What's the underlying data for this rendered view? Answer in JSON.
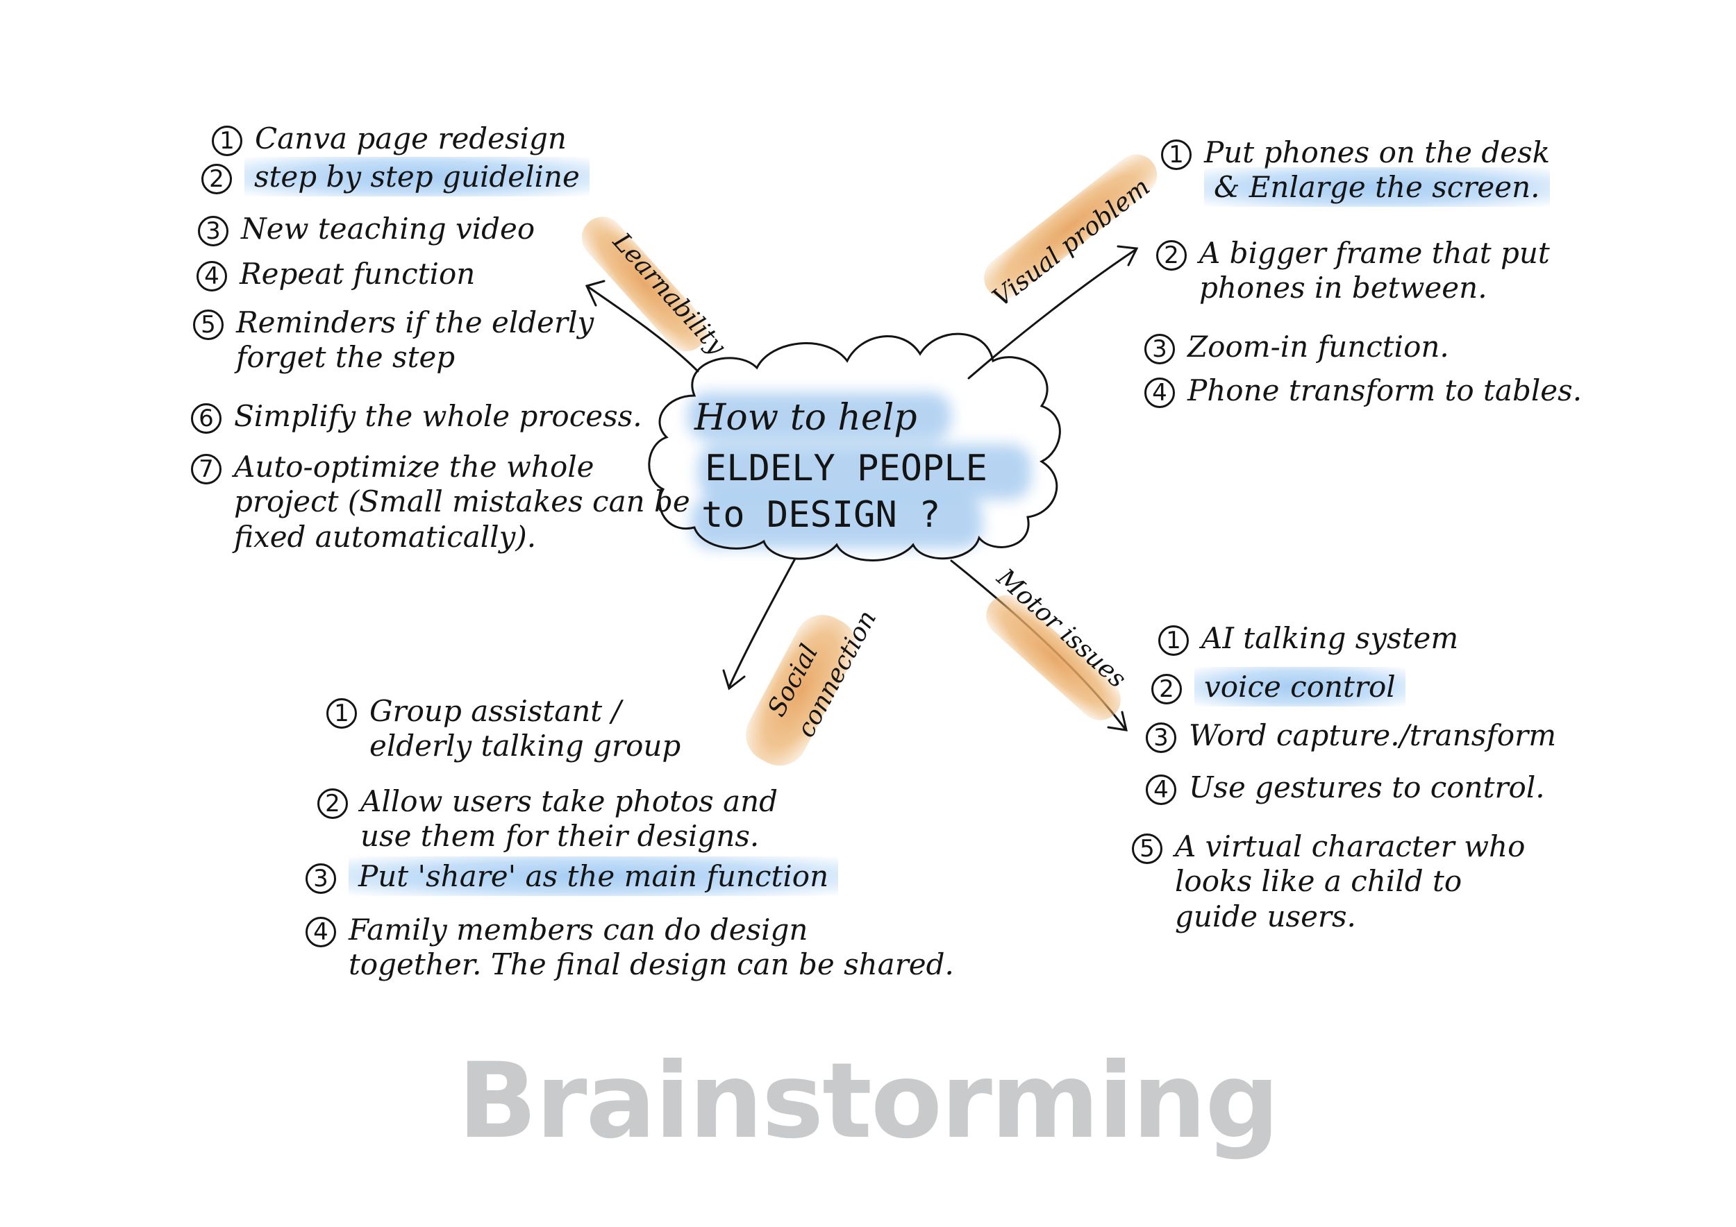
{
  "title": "Brainstorming",
  "colors": {
    "ink": "#141414",
    "blue_highlight": "#9fc6ef",
    "orange_highlight": "#e8a35e",
    "title_gray": "#c9cacb"
  },
  "center": {
    "line1": "How to help",
    "line2": "ELDELY PEOPLE",
    "line3": "to  DESIGN ?"
  },
  "branches": {
    "learnability": {
      "label": "Learnability",
      "items": [
        {
          "mark": "1",
          "text": "Canva page redesign"
        },
        {
          "mark": "2",
          "text": "step by step guideline"
        },
        {
          "mark": "3",
          "text": "New teaching video"
        },
        {
          "mark": "4",
          "text": "Repeat function"
        },
        {
          "mark": "5",
          "text": "Reminders if the elderly",
          "text2": "forget the step"
        },
        {
          "mark": "6",
          "text": "Simplify the whole process."
        },
        {
          "mark": "7",
          "text": "Auto-optimize the whole",
          "text2": "project (Small mistakes can be",
          "text3": "fixed automatically)."
        }
      ]
    },
    "visual": {
      "label": "Visual problem",
      "items": [
        {
          "mark": "1",
          "text": "Put phones on the desk",
          "text2": "& Enlarge the screen."
        },
        {
          "mark": "2",
          "text": "A bigger frame that put",
          "text2": "phones in between."
        },
        {
          "mark": "3",
          "text": "Zoom-in function."
        },
        {
          "mark": "4",
          "text": "Phone transform to tables."
        }
      ]
    },
    "social": {
      "label": "Social connection",
      "label_line1": "Social",
      "label_line2": "connection",
      "items": [
        {
          "mark": "1",
          "text": "Group assistant /",
          "text2": "elderly talking group"
        },
        {
          "mark": "2",
          "text": "Allow users take photos and",
          "text2": "use them for their designs."
        },
        {
          "mark": "3",
          "text": "Put 'share' as the main function"
        },
        {
          "mark": "4",
          "text": "Family members can do design",
          "text2": "together. The final design can be shared."
        }
      ]
    },
    "motor": {
      "label": "Motor issues",
      "items": [
        {
          "mark": "1",
          "text": "AI talking system"
        },
        {
          "mark": "2",
          "text": "voice control"
        },
        {
          "mark": "3",
          "text": "Word capture./transform"
        },
        {
          "mark": "4",
          "text": "Use gestures to control."
        },
        {
          "mark": "5",
          "text": "A virtual character who",
          "text2": "looks like a child to",
          "text3": "guide users."
        }
      ]
    }
  }
}
